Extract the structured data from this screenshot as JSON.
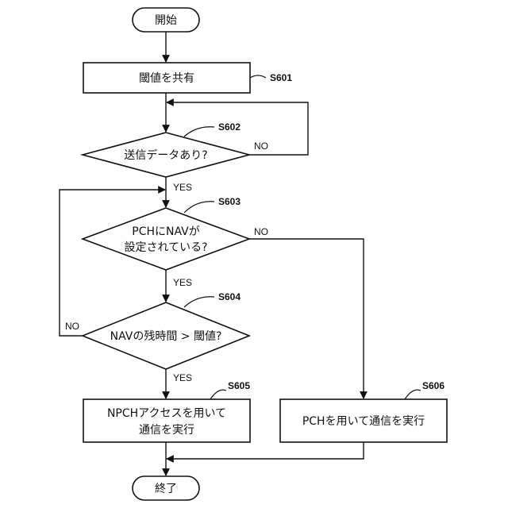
{
  "start": {
    "label": "開始"
  },
  "end": {
    "label": "終了"
  },
  "steps": {
    "s601": {
      "id": "S601",
      "text": "閾値を共有"
    },
    "s602": {
      "id": "S602",
      "text": "送信データあり?"
    },
    "s603": {
      "id": "S603",
      "line1": "PCHにNAVが",
      "line2": "設定されている?"
    },
    "s604": {
      "id": "S604",
      "text": "NAVの残時間 > 閾値?"
    },
    "s605": {
      "id": "S605",
      "line1": "NPCHアクセスを用いて",
      "line2": "通信を実行"
    },
    "s606": {
      "id": "S606",
      "text": "PCHを用いて通信を実行"
    }
  },
  "branches": {
    "s602_yes": "YES",
    "s602_no": "NO",
    "s603_yes": "YES",
    "s603_no": "NO",
    "s604_yes": "YES",
    "s604_no": "NO"
  }
}
